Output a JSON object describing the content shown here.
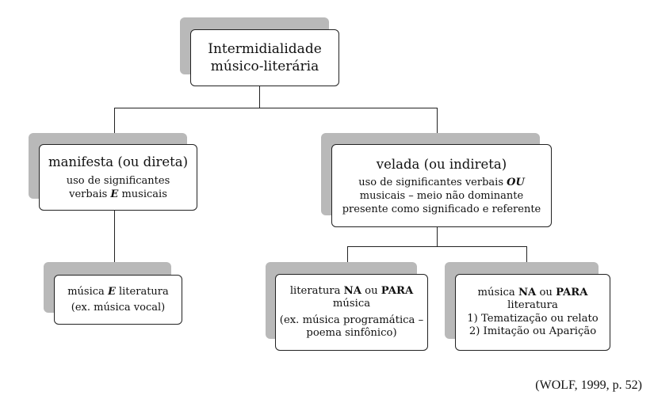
{
  "root": {
    "line1": "Intermidialidade",
    "line2": "músico-literária"
  },
  "manifesta": {
    "title": "manifesta (ou direta)",
    "desc_a": "uso de significantes",
    "desc_b_pre": "verbais ",
    "desc_b_em": "E",
    "desc_b_post": " musicais"
  },
  "velada": {
    "title": "velada (ou indireta)",
    "desc_a_pre": "uso de significantes verbais ",
    "desc_a_em": "OU",
    "desc_b": "musicais – meio não dominante",
    "desc_c": "presente como significado e referente"
  },
  "musica_e_lit": {
    "l1_pre": "música ",
    "l1_em": "E",
    "l1_post": " literatura",
    "l2": "(ex. música vocal)"
  },
  "lit_na_para": {
    "l1_a": "literatura ",
    "l1_b": "NA",
    "l1_c": " ou ",
    "l1_d": "PARA",
    "l2": "música",
    "l3": "(ex. música programática –",
    "l4": "poema sinfônico)"
  },
  "mus_na_para": {
    "l1_a": "música ",
    "l1_b": "NA",
    "l1_c": " ou ",
    "l1_d": "PARA",
    "l2": "literatura",
    "l3": "1) Tematização ou relato",
    "l4": "2) Imitação ou Aparição"
  },
  "citation": "(WOLF, 1999, p. 52)"
}
